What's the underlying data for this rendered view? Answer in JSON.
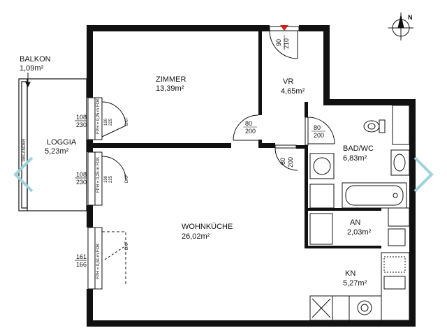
{
  "rooms": {
    "balkon": {
      "name": "BALKON",
      "area": "1,09m²"
    },
    "loggia": {
      "name": "LOGGIA",
      "area": "5,23m²"
    },
    "zimmer": {
      "name": "ZIMMER",
      "area": "13,39m²"
    },
    "vr": {
      "name": "VR",
      "area": "4,65m²"
    },
    "bad": {
      "name": "BAD/WC",
      "area": "6,83m²"
    },
    "wohn": {
      "name": "WOHNKÜCHE",
      "area": "26,02m²"
    },
    "an": {
      "name": "AN",
      "area": "2,03m²"
    },
    "kn": {
      "name": "KN",
      "area": "5,27m²"
    }
  },
  "doors": {
    "entry": {
      "w": "90",
      "h": "210"
    },
    "zimmer": {
      "w": "80",
      "h": "200"
    },
    "bad": {
      "w": "80",
      "h": "200"
    },
    "wohn": {
      "w": "80",
      "h": "200"
    }
  },
  "windows": {
    "w1": {
      "top": "108",
      "bottom": "230",
      "a": "100",
      "b": "225",
      "label": "FPH = 0,25 m FOK",
      "tag": "DKF"
    },
    "w2": {
      "top": "108",
      "bottom": "230",
      "a": "100",
      "b": "225",
      "label": "FPH = 0,25 m FOK",
      "tag": "DKF"
    },
    "w3": {
      "top": "161",
      "bottom": "166",
      "label": "FPH = 0,61 m  FOK",
      "tag": "DKF"
    }
  },
  "railing_label": "GELÄNDER",
  "compass": {
    "letter": "N"
  },
  "colors": {
    "wall": "#111111",
    "arrow": "#cc1f1f",
    "nav": "#9fd2d9"
  }
}
